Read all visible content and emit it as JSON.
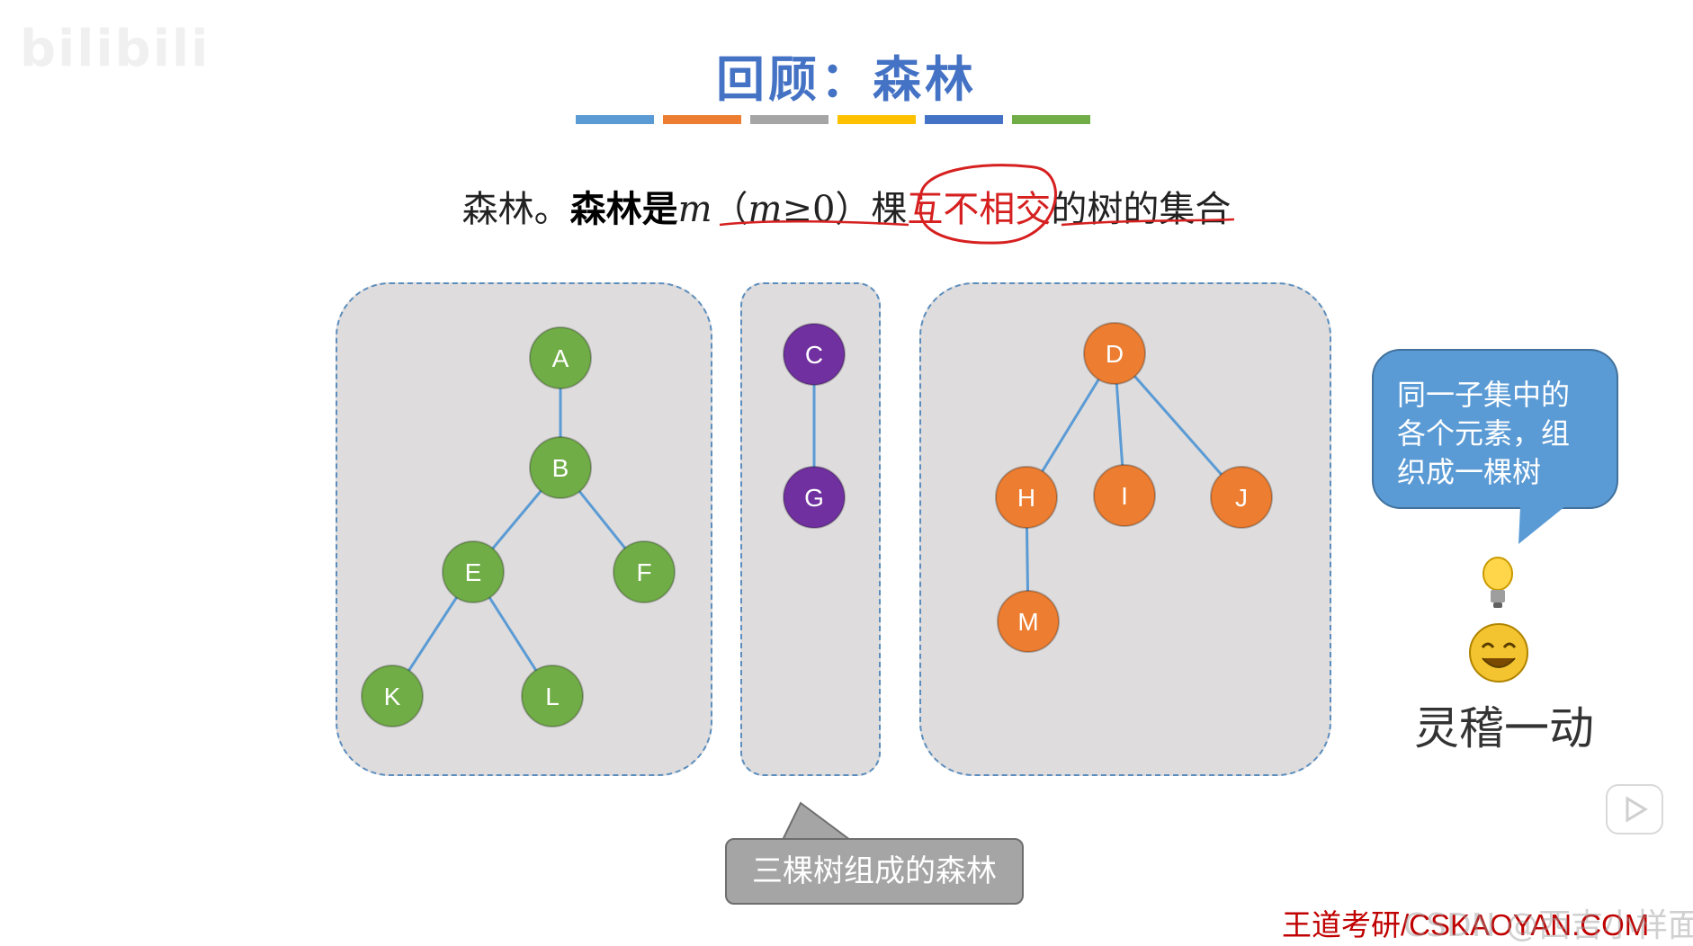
{
  "watermark": "bilibili",
  "title": "回顾：森林",
  "color_bars": [
    "#5b9bd5",
    "#ed7d31",
    "#a5a5a5",
    "#ffc000",
    "#4472c4",
    "#70ad47"
  ],
  "definition": {
    "lead": "森林。",
    "term": "森林",
    "is": "是",
    "m": "m",
    "paren": "（",
    "m2": "m",
    "cond": "≥0）",
    "ke": "棵",
    "highlight": "互不相交",
    "rest": "的树的集合"
  },
  "colors": {
    "green": "#70ad47",
    "purple": "#7030a0",
    "orange": "#ed7d31",
    "edge": "#5b9bd5",
    "annotation": "#d62020"
  },
  "trees": [
    {
      "color": "green",
      "nodes": [
        "A",
        "B",
        "E",
        "F",
        "K",
        "L"
      ],
      "edges": [
        [
          "A",
          "B"
        ],
        [
          "B",
          "E"
        ],
        [
          "B",
          "F"
        ],
        [
          "E",
          "K"
        ],
        [
          "E",
          "L"
        ]
      ]
    },
    {
      "color": "purple",
      "nodes": [
        "C",
        "G"
      ],
      "edges": [
        [
          "C",
          "G"
        ]
      ]
    },
    {
      "color": "orange",
      "nodes": [
        "D",
        "H",
        "I",
        "J",
        "M"
      ],
      "edges": [
        [
          "D",
          "H"
        ],
        [
          "D",
          "I"
        ],
        [
          "D",
          "J"
        ],
        [
          "H",
          "M"
        ]
      ]
    }
  ],
  "callout": {
    "line1": "同一子集中的",
    "line2": "各个元素，组",
    "line3": "织成一棵树"
  },
  "emoji_caption": "灵稽一动",
  "forest_label": "三棵树组成的森林",
  "footer": "王道考研/CSKAOYAN.COM",
  "overlay_watermark": "CSDN @西吉小样面"
}
